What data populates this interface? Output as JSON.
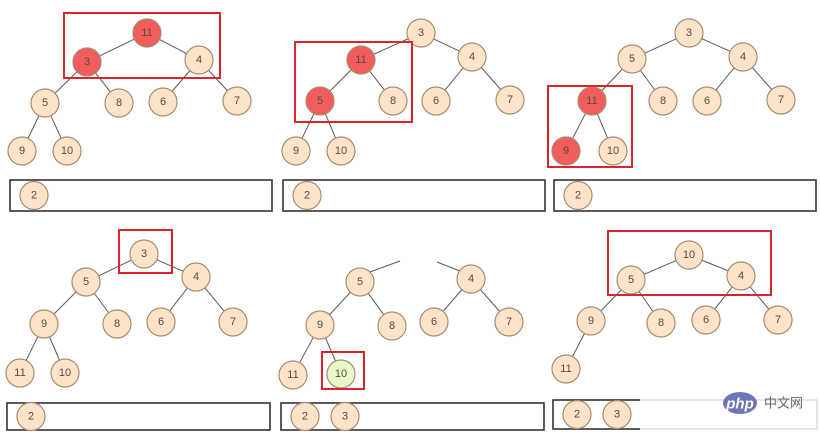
{
  "colors": {
    "node_fill": "#fde3c8",
    "node_stroke": "#a88c6f",
    "active_fill": "#f15c5c",
    "active_stroke": "#a34545",
    "inserted_fill": "#e8f8c8",
    "inserted_stroke": "#8aa878",
    "box_red": "#d9252b"
  },
  "panels": [
    {
      "nodes": [
        "11",
        "3",
        "4",
        "5",
        "8",
        "6",
        "7",
        "9",
        "10"
      ],
      "active": [
        0,
        1
      ],
      "array": [
        "2"
      ]
    },
    {
      "nodes": [
        "3",
        "11",
        "4",
        "5",
        "8",
        "6",
        "7",
        "9",
        "10"
      ],
      "active": [
        1,
        3
      ],
      "array": [
        "2"
      ]
    },
    {
      "nodes": [
        "3",
        "5",
        "4",
        "11",
        "8",
        "6",
        "7",
        "9",
        "10"
      ],
      "active": [
        3,
        7
      ],
      "array": [
        "2"
      ]
    },
    {
      "nodes": [
        "3",
        "5",
        "4",
        "9",
        "8",
        "6",
        "7",
        "11",
        "10"
      ],
      "active": [],
      "array": [
        "2"
      ]
    },
    {
      "nodes": [
        "",
        "5",
        "4",
        "9",
        "8",
        "6",
        "7",
        "11",
        "10"
      ],
      "active": [],
      "inserted": [
        8
      ],
      "array": [
        "2",
        "3"
      ]
    },
    {
      "nodes": [
        "10",
        "5",
        "4",
        "9",
        "8",
        "6",
        "7",
        "11"
      ],
      "active": [],
      "array": [
        "2",
        "3"
      ]
    }
  ],
  "watermark": {
    "logo": "php",
    "text": "中文网"
  }
}
